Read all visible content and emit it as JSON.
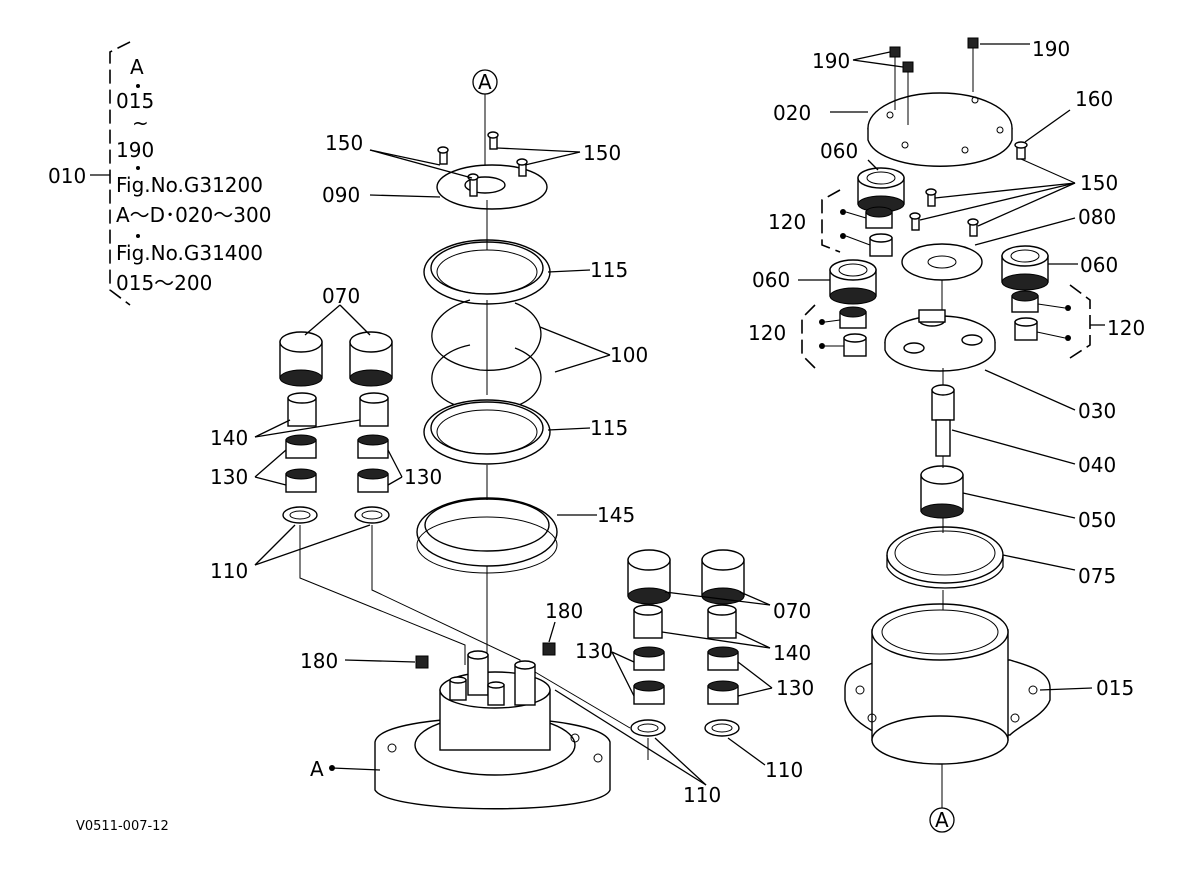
{
  "note": {
    "bracket_label": "010",
    "lines": [
      "A",
      "015",
      "~",
      "190",
      "Fig.No.G31200",
      "A～D･020～300",
      "Fig.No.G31400",
      "015～200"
    ]
  },
  "callouts": {
    "a_top": "A",
    "a_bottom": "A",
    "a_left": "A",
    "l150a": "150",
    "l150b": "150",
    "l090": "090",
    "l115a": "115",
    "l100": "100",
    "l115b": "115",
    "l145": "145",
    "l070a": "070",
    "l140a": "140",
    "l130a": "130",
    "l130b": "130",
    "l110a": "110",
    "l180a": "180",
    "l180b": "180",
    "l130c": "130",
    "l140b": "140",
    "l070b": "070",
    "l130d": "130",
    "l110b": "110",
    "l110c": "110",
    "l190a": "190",
    "l190b": "190",
    "l020": "020",
    "l160": "160",
    "l060a": "060",
    "l150c": "150",
    "l120a": "120",
    "l080": "080",
    "l060b": "060",
    "l060c": "060",
    "l120b": "120",
    "l120c": "120",
    "l030": "030",
    "l040": "040",
    "l050": "050",
    "l075": "075",
    "l015": "015"
  },
  "drawing_code": "V0511-007-12"
}
